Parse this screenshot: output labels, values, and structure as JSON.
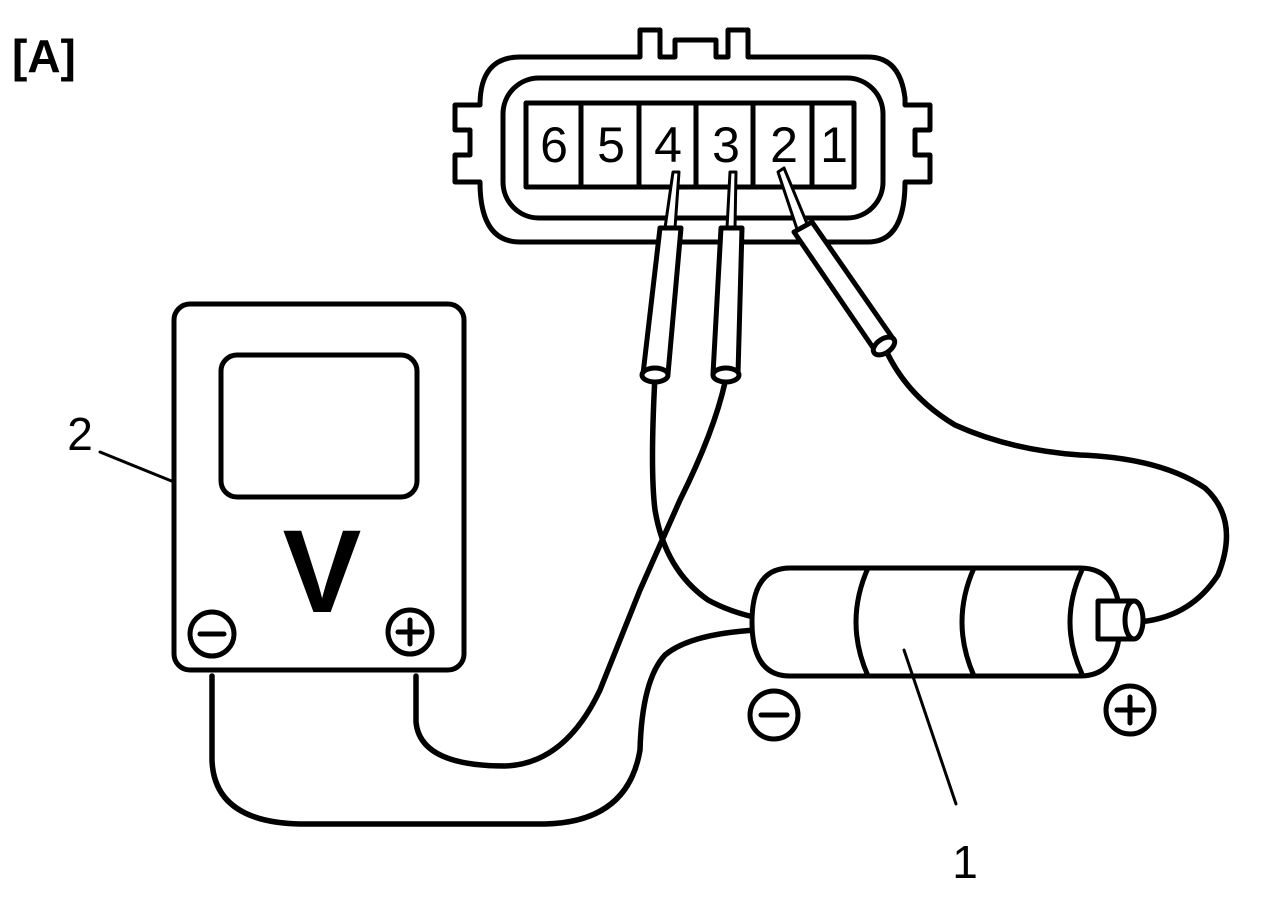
{
  "figure_label": "[A]",
  "connector": {
    "pins": [
      "6",
      "5",
      "4",
      "3",
      "2",
      "1"
    ]
  },
  "meter": {
    "symbol": "V",
    "minus_terminal": "minus-sign",
    "plus_terminal": "plus-sign"
  },
  "battery": {
    "minus_terminal": "minus-sign",
    "plus_terminal": "plus-sign"
  },
  "callouts": {
    "battery": "1",
    "meter": "2"
  }
}
